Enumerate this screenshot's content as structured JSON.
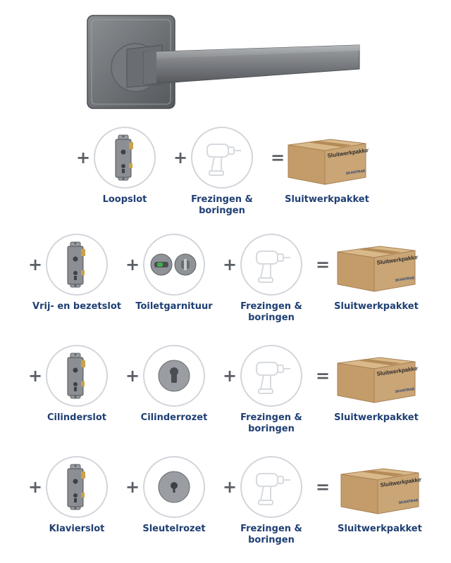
{
  "colors": {
    "label": "#1f3f73",
    "operator": "#5a5f66",
    "circle_border": "#d2d6dc",
    "box": "#c9a77a"
  },
  "operators": {
    "plus": "+",
    "equals": "="
  },
  "box_text": "Sluitwerkpakket",
  "box_brand": "SKANTRAE",
  "rows": [
    {
      "items": [
        {
          "icon": "lock-case-icon",
          "label": "Loopslot"
        },
        {
          "icon": "drill-icon",
          "label": "Frezingen &\nboringen"
        }
      ],
      "result": "Sluitwerkpakket"
    },
    {
      "items": [
        {
          "icon": "lock-case-icon",
          "label": "Vrij- en bezetslot"
        },
        {
          "icon": "toilet-fitting-icon",
          "label": "Toiletgarnituur"
        },
        {
          "icon": "drill-icon",
          "label": "Frezingen &\nboringen"
        }
      ],
      "result": "Sluitwerkpakket"
    },
    {
      "items": [
        {
          "icon": "lock-case-icon",
          "label": "Cilinderslot"
        },
        {
          "icon": "cylinder-rose-icon",
          "label": "Cilinderrozet"
        },
        {
          "icon": "drill-icon",
          "label": "Frezingen &\nboringen"
        }
      ],
      "result": "Sluitwerkpakket"
    },
    {
      "items": [
        {
          "icon": "lock-case-icon",
          "label": "Klavierslot"
        },
        {
          "icon": "key-rose-icon",
          "label": "Sleutelrozet"
        },
        {
          "icon": "drill-icon",
          "label": "Frezingen &\nboringen"
        }
      ],
      "result": "Sluitwerkpakket"
    }
  ]
}
